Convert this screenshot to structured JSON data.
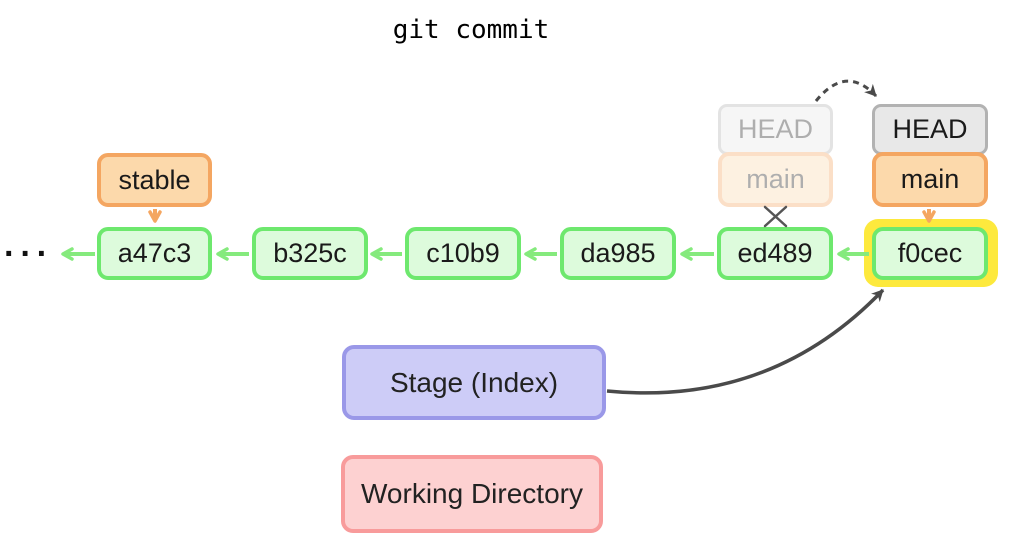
{
  "title": "git commit",
  "ellipsis": "···",
  "commits": [
    "a47c3",
    "b325c",
    "c10b9",
    "da985",
    "ed489",
    "f0cec"
  ],
  "tags": {
    "stable": "stable"
  },
  "head_old": {
    "head": "HEAD",
    "branch": "main"
  },
  "head_new": {
    "head": "HEAD",
    "branch": "main"
  },
  "stage": {
    "label": "Stage (Index)"
  },
  "working_directory": {
    "label": "Working Directory"
  },
  "colors": {
    "commit_fill": "#ddfbdc",
    "commit_border": "#6ee86e",
    "arrow_green": "#85ea7d",
    "branch_fill": "#fcd9ab",
    "branch_border": "#f4a661",
    "head_fill": "#e8e8e8",
    "head_border": "#b2b2b2",
    "highlight_yellow": "#fde93d",
    "stage_fill": "#cdccf7",
    "stage_border": "#9a98e8",
    "workdir_fill": "#fdd1d1",
    "workdir_border": "#f89b9b",
    "dark_arrow": "#4a4a4a"
  }
}
